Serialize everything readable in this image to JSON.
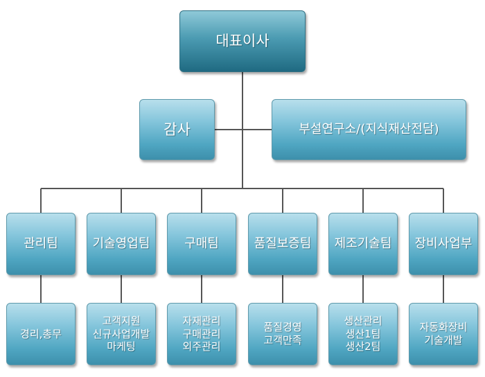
{
  "org": {
    "ceo": "대표이사",
    "audit": "감사",
    "lab": "부설연구소/(지식재산전담)",
    "teams": [
      {
        "name": "관리팀",
        "duties": "경리,총무"
      },
      {
        "name": "기술영업팀",
        "duties": "고객지원\n신규사업개발\n마케팅"
      },
      {
        "name": "구매팀",
        "duties": "자재관리\n구매관리\n외주관리"
      },
      {
        "name": "품질보증팀",
        "duties": "품질경영\n고객만족"
      },
      {
        "name": "제조기술팀",
        "duties": "생산관리\n생산1팀\n생산2팀"
      },
      {
        "name": "장비사업부",
        "duties": "자동화장비\n기술개발"
      }
    ]
  },
  "colors": {
    "connector": "#555555",
    "box": "#6db8d1",
    "top_box": "#2f7d96"
  }
}
